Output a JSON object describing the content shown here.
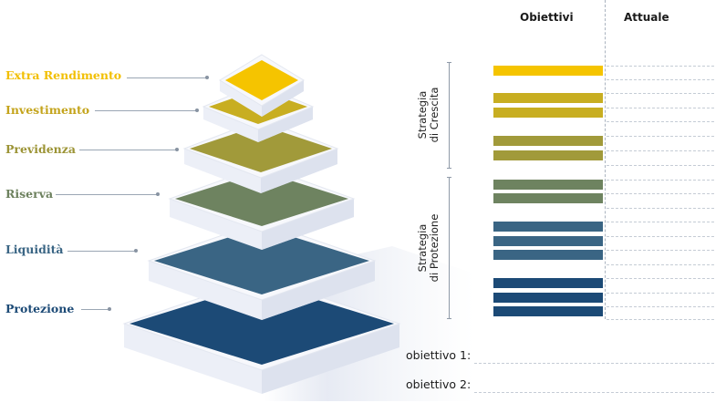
{
  "levels": [
    {
      "label": "Extra Rendimento",
      "color": "#F5C400"
    },
    {
      "label": "Investimento",
      "color": "#C8AE21"
    },
    {
      "label": "Previdenza",
      "color": "#A19A3A"
    },
    {
      "label": "Riserva",
      "color": "#6E8360"
    },
    {
      "label": "Liquidità",
      "color": "#3A6584"
    },
    {
      "label": "Protezione",
      "color": "#1C4A76"
    }
  ],
  "table": {
    "col_obiettivi": "Obiettivi",
    "col_attuale": "Attuale"
  },
  "groups": {
    "crescita": {
      "line1": "Strategia",
      "line2": "di Crescita"
    },
    "protezione": {
      "line1": "Strategia",
      "line2": "di Protezione"
    }
  },
  "footer": {
    "obiettivo1": "obiettivo 1:",
    "obiettivo2": "obiettivo 2:"
  }
}
